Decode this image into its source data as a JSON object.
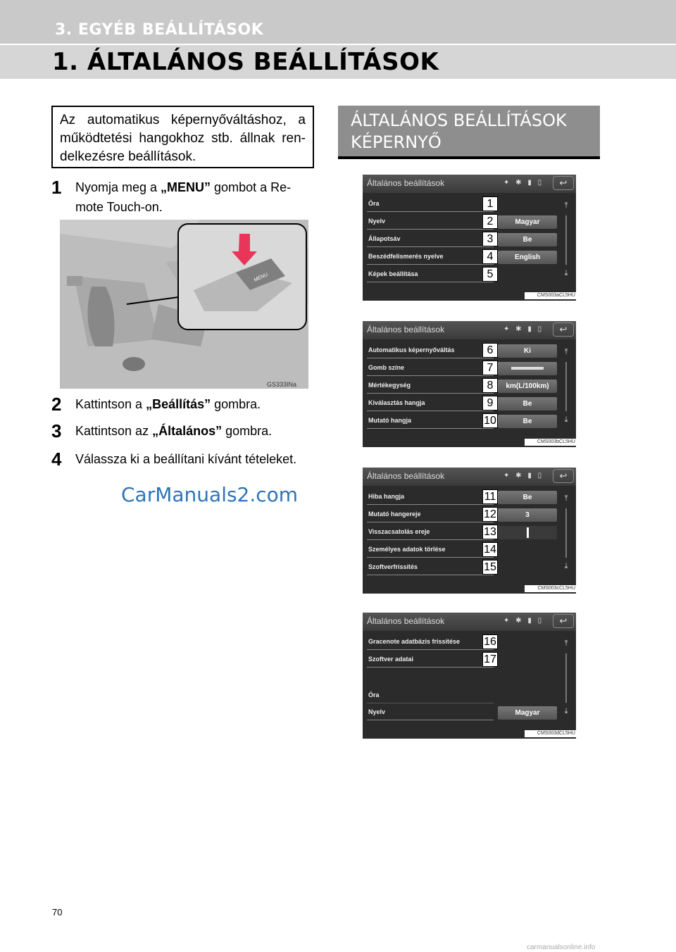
{
  "header": {
    "section": "3. EGYÉB BEÁLLÍTÁSOK",
    "title": "1. ÁLTALÁNOS BEÁLLÍTÁSOK"
  },
  "intro": "Az automatikus képernyőváltáshoz, a működtetési hangokhoz stb. állnak ren- delkezésre beállítások.",
  "steps": [
    {
      "num": "1",
      "pre": "Nyomja meg a ",
      "bold": "„MENU”",
      "post": " gombot a Re- mote Touch-on."
    },
    {
      "num": "2",
      "pre": "Kattintson a ",
      "bold": "„Beállítás”",
      "post": " gombra."
    },
    {
      "num": "3",
      "pre": "Kattintson az ",
      "bold": "„Általános”",
      "post": " gombra."
    },
    {
      "num": "4",
      "pre": "Válassza ki a beállítani kívánt tételeket.",
      "bold": "",
      "post": ""
    }
  ],
  "photo": {
    "caption": "GS333INa",
    "button_label": "MENU"
  },
  "watermark": "CarManuals2.com",
  "right_header": "ÁLTALÁNOS BEÁLLÍTÁSOK KÉPERNYŐ",
  "screens": [
    {
      "title": "Általános beállítások",
      "caption": "CMS003aCL5HU",
      "rows": [
        {
          "label": "Óra",
          "num": "1",
          "value": ""
        },
        {
          "label": "Nyelv",
          "num": "2",
          "value": "Magyar"
        },
        {
          "label": "Állapotsáv",
          "num": "3",
          "value": "Be"
        },
        {
          "label": "Beszédfelismerés nyelve",
          "num": "4",
          "value": "English"
        },
        {
          "label": "Képek beállítása",
          "num": "5",
          "value": ""
        }
      ]
    },
    {
      "title": "Általános beállítások",
      "caption": "CMS003bCL5HU",
      "rows": [
        {
          "label": "Automatikus képernyőváltás",
          "num": "6",
          "value": "Ki"
        },
        {
          "label": "Gomb színe",
          "num": "7",
          "value": ""
        },
        {
          "label": "Mértékegység",
          "num": "8",
          "value": "km(L/100km)"
        },
        {
          "label": "Kiválasztás hangja",
          "num": "9",
          "value": "Be"
        },
        {
          "label": "Mutató hangja",
          "num": "10",
          "value": "Be"
        }
      ]
    },
    {
      "title": "Általános beállítások",
      "caption": "CMS003cCL5HU",
      "rows": [
        {
          "label": "Hiba hangja",
          "num": "11",
          "value": "Be"
        },
        {
          "label": "Mutató hangereje",
          "num": "12",
          "value": "3"
        },
        {
          "label": "Visszacsatolás ereje",
          "num": "13",
          "value": ""
        },
        {
          "label": "Személyes adatok törlése",
          "num": "14",
          "value": ""
        },
        {
          "label": "Szoftverfrissítés",
          "num": "15",
          "value": ""
        }
      ]
    },
    {
      "title": "Általános beállítások",
      "caption": "CMS003dCL5HU",
      "rows": [
        {
          "label": "Gracenote adatbázis frissítése",
          "num": "16",
          "value": ""
        },
        {
          "label": "Szoftver adatai",
          "num": "17",
          "value": ""
        },
        {
          "label": "",
          "num": "",
          "value": ""
        },
        {
          "label": "Óra",
          "num": "",
          "value": ""
        },
        {
          "label": "Nyelv",
          "num": "",
          "value": "Magyar"
        }
      ]
    }
  ],
  "page_number": "70",
  "site_mark": "carmanualsonline.info"
}
